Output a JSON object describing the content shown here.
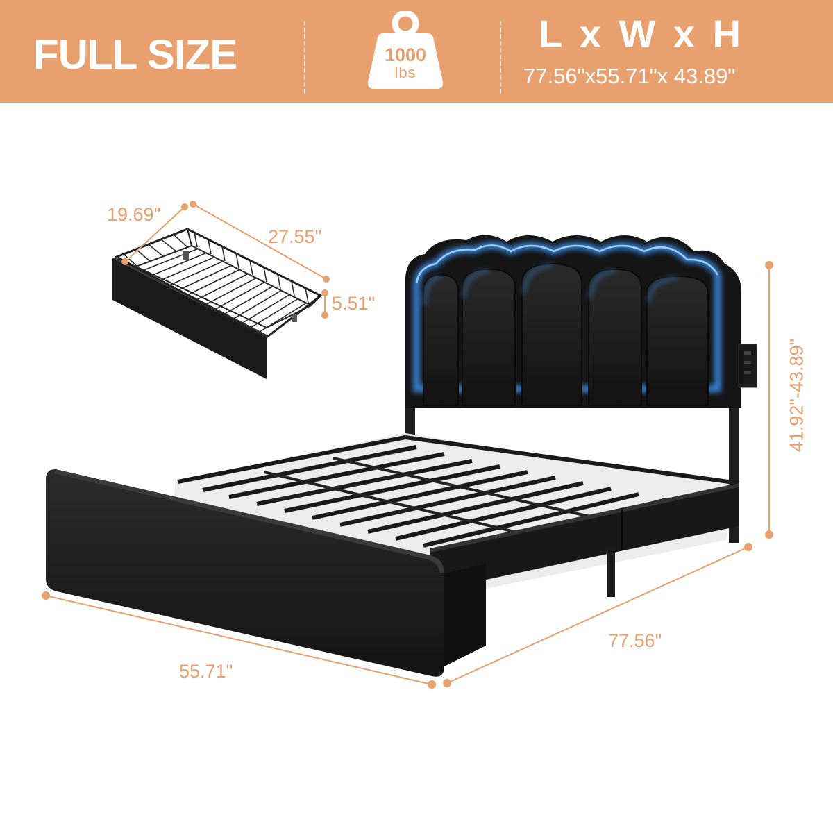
{
  "banner": {
    "size_label": "FULL SIZE",
    "weight": {
      "value": "1000",
      "unit": "lbs"
    },
    "dimensions_title": "L x W x H",
    "dimensions_values": "77.56\"x55.71\"x 43.89\""
  },
  "drawer": {
    "width_label": "19.69\"",
    "length_label": "27.55\"",
    "height_label": "5.51\""
  },
  "bed": {
    "width_label": "55.71\"",
    "length_label": "77.56\"",
    "height_label": "41.92\"-43.89\""
  },
  "colors": {
    "accent": "#e8a06e",
    "banner_text": "#ffffff",
    "bed_body": "#1c1c1c",
    "led_glow": "#3a8ee6"
  },
  "icons": {
    "weight": "weight-icon"
  }
}
